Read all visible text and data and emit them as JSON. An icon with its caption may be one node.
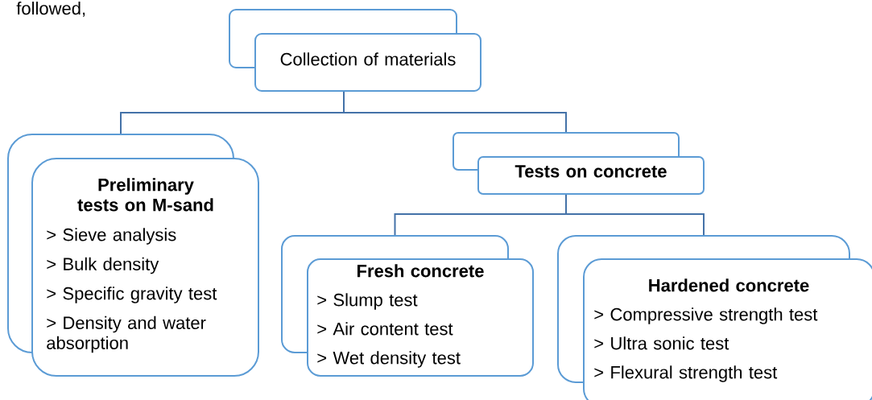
{
  "diagram": {
    "nodes": [
      {
        "text": [
          "Collection of materials"
        ]
      },
      {
        "text": [
          "Preliminary tests on M-sand",
          "> Sieve analysis",
          "> Bulk density",
          "> Specific gravity test",
          "> Density and water absorption"
        ]
      },
      {
        "text": [
          "Tests on concrete"
        ]
      },
      {
        "text": [
          "Fresh concrete",
          "> Slump test",
          "> Air content test",
          "> Wet density test"
        ]
      },
      {
        "text": [
          "Hardened concrete",
          "> Compressive strength test",
          "> Ultra sonic test",
          "> Flexural strength test"
        ]
      }
    ],
    "edges": [
      {
        "from": 0,
        "to": 1,
        "arrow": "none"
      },
      {
        "from": 0,
        "to": 2,
        "arrow": "none"
      },
      {
        "from": 2,
        "to": 3,
        "arrow": "none"
      },
      {
        "from": 2,
        "to": 4,
        "arrow": "none"
      }
    ],
    "labels": [
      "followed,"
    ]
  }
}
